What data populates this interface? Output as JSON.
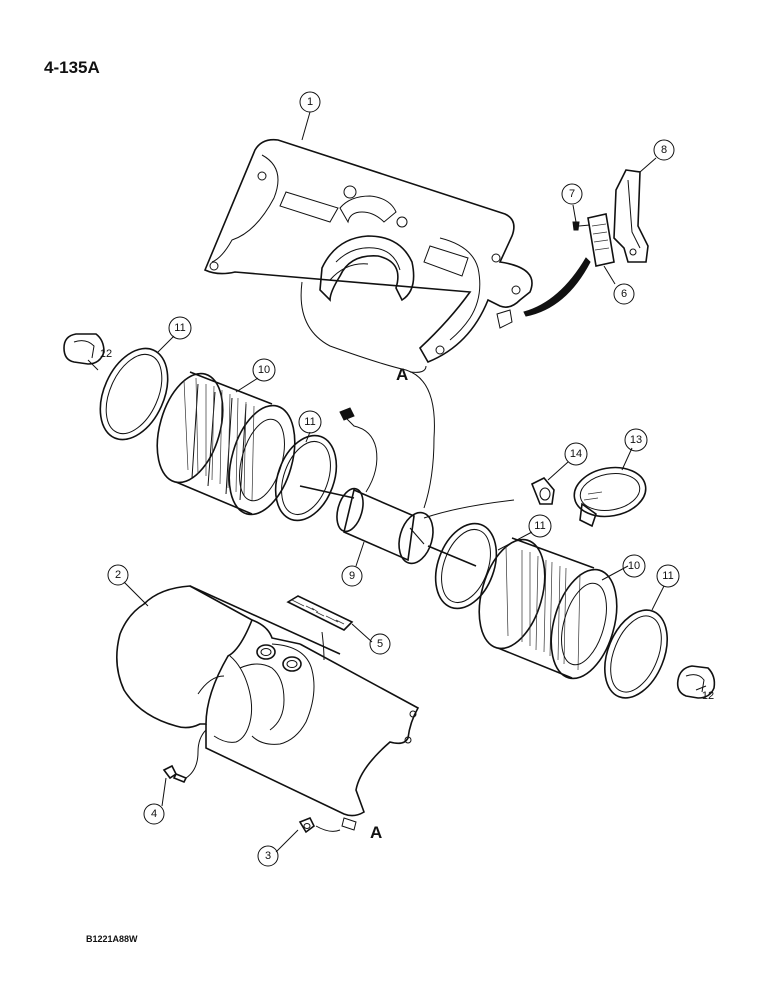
{
  "page": {
    "page_number": "4-135A",
    "drawing_code": "B1221A88W",
    "reference_letter": "A"
  },
  "callouts": [
    {
      "id": "c1",
      "label": "1"
    },
    {
      "id": "c2",
      "label": "2"
    },
    {
      "id": "c3",
      "label": "3"
    },
    {
      "id": "c4",
      "label": "4"
    },
    {
      "id": "c5",
      "label": "5"
    },
    {
      "id": "c6",
      "label": "6"
    },
    {
      "id": "c7",
      "label": "7"
    },
    {
      "id": "c8",
      "label": "8"
    },
    {
      "id": "c9",
      "label": "9"
    },
    {
      "id": "c10a",
      "label": "10"
    },
    {
      "id": "c10b",
      "label": "10"
    },
    {
      "id": "c11a",
      "label": "11"
    },
    {
      "id": "c11b",
      "label": "11"
    },
    {
      "id": "c11c",
      "label": "11"
    },
    {
      "id": "c11d",
      "label": "11"
    },
    {
      "id": "c12a",
      "label": "12"
    },
    {
      "id": "c12b",
      "label": "12"
    },
    {
      "id": "c13",
      "label": "13"
    },
    {
      "id": "c14",
      "label": "14"
    }
  ]
}
